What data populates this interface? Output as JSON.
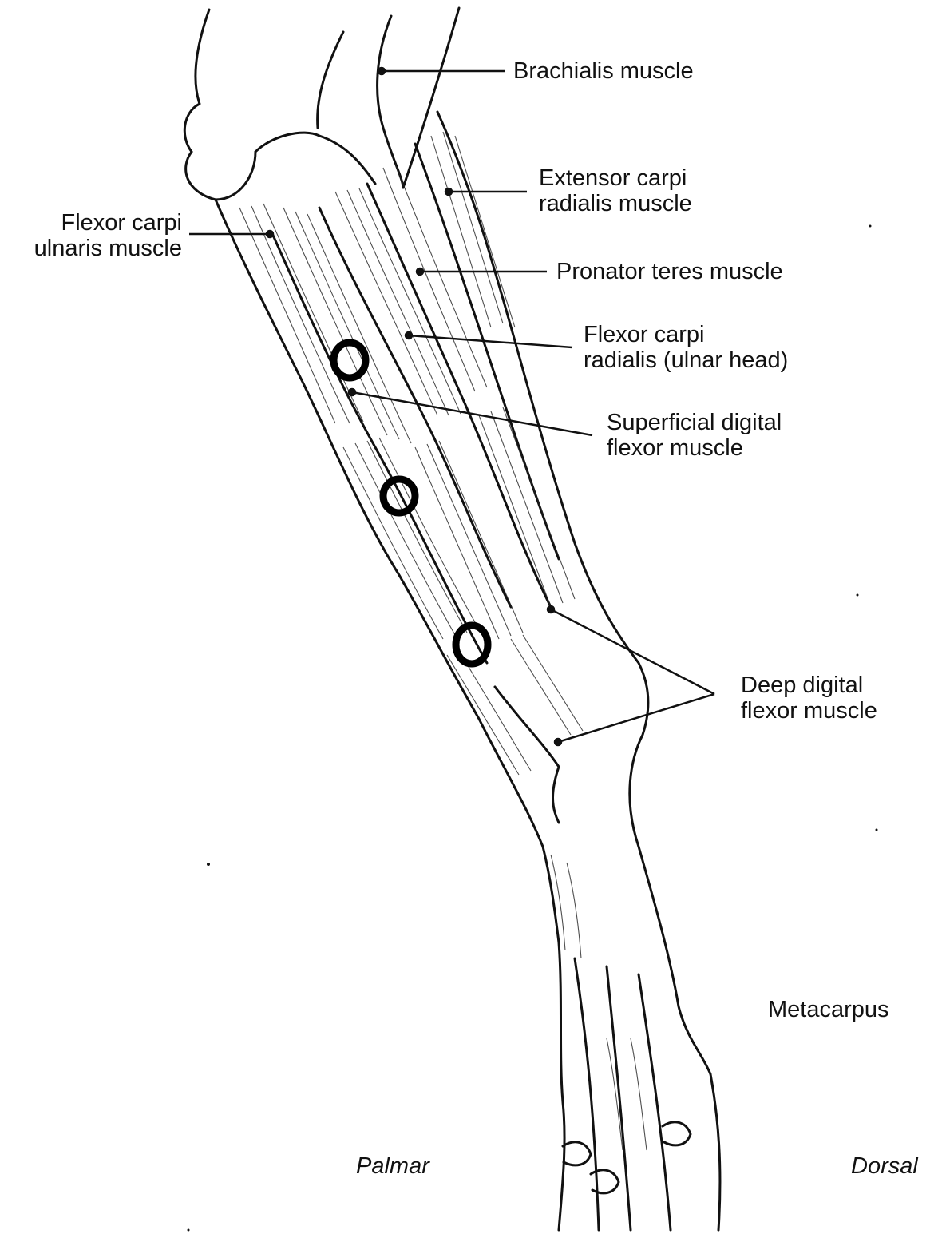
{
  "figure": {
    "labels": {
      "brachialis": [
        "Brachialis muscle"
      ],
      "extensor_carpi_radialis": [
        "Extensor carpi",
        "radialis muscle"
      ],
      "flexor_carpi_ulnaris": [
        "Flexor carpi",
        "ulnaris muscle"
      ],
      "pronator_teres": [
        "Pronator teres muscle"
      ],
      "flexor_carpi_radialis": [
        "Flexor carpi",
        "radialis (ulnar head)"
      ],
      "superficial_digital_flexor": [
        "Superficial digital",
        "flexor muscle"
      ],
      "deep_digital_flexor": [
        "Deep digital",
        "flexor muscle"
      ],
      "metacarpus": [
        "Metacarpus"
      ]
    },
    "orientation": {
      "palmar": "Palmar",
      "dorsal": "Dorsal"
    }
  },
  "colors": {
    "ink": "#111111",
    "background": "#ffffff"
  }
}
